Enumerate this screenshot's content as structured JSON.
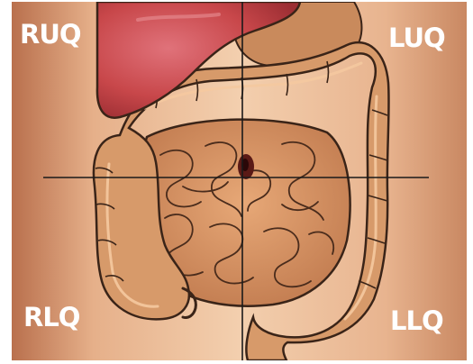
{
  "quadrants": {
    "ruq": "RUQ",
    "luq": "LUQ",
    "rlq": "RLQ",
    "llq": "LLQ"
  },
  "colors": {
    "skin_light": "#f1c9a4",
    "skin_dark": "#c98862",
    "liver": "#c8474a",
    "intestine": "#d79a6a",
    "intestine_light": "#f0bd8c",
    "outline": "#3a2418",
    "divider": "#1a1a1a"
  }
}
